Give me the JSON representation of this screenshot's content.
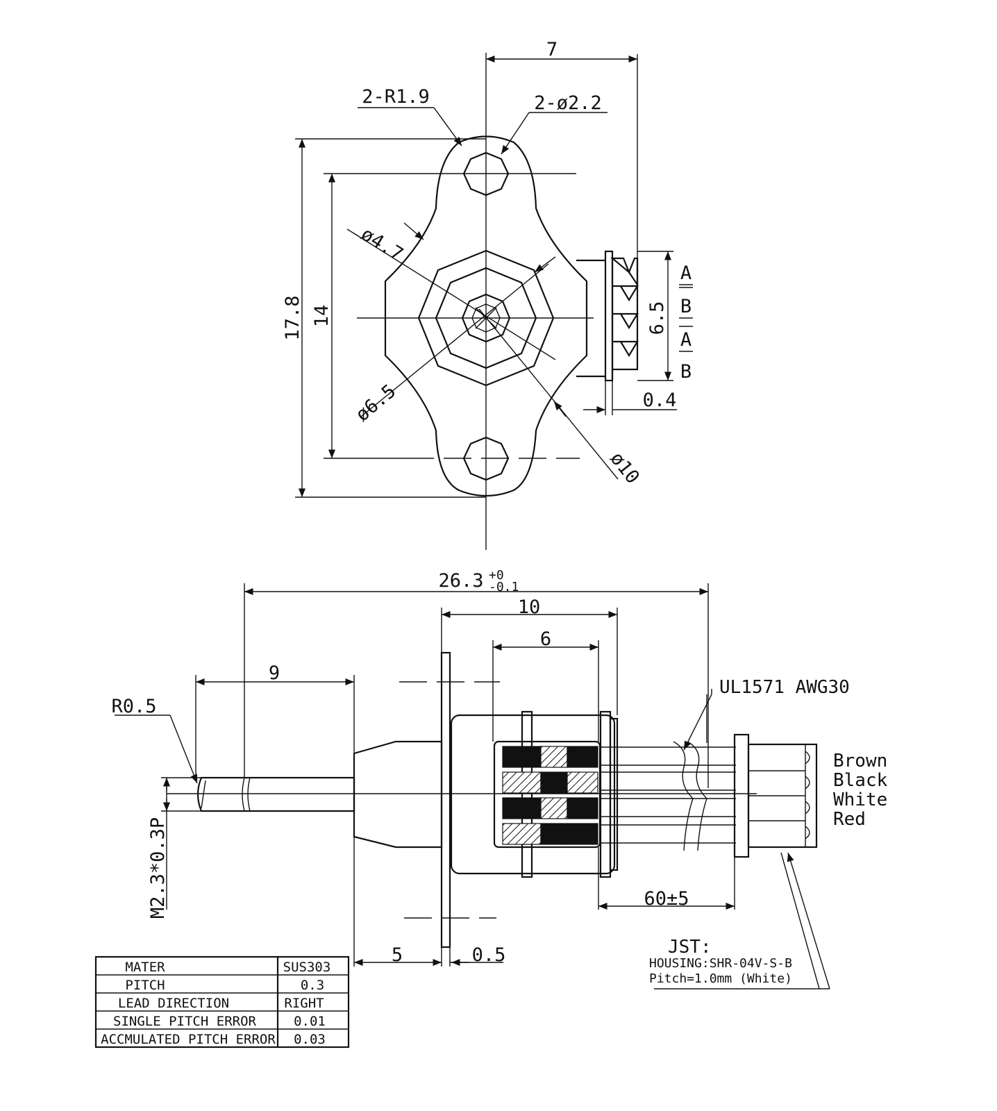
{
  "top_view": {
    "dim_width": "7",
    "hole_radius": "2-R1.9",
    "hole_diameter": "2-ø2.2",
    "inner_diameter": "ø4.7",
    "mid_diameter": "ø6.5",
    "outer_diameter": "ø10",
    "overall_height": "17.8",
    "hole_spacing": "14",
    "terminal_span": "6.5",
    "terminal_thickness": "0.4",
    "pins": [
      "A",
      "B",
      "A",
      "B"
    ]
  },
  "side_view": {
    "overall_length_base": "26.3",
    "overall_length_tol_upper": "+0",
    "overall_length_tol_lower": "-0.1",
    "body_length": "10",
    "coil_length": "6",
    "screw_length": "9",
    "tip_radius": "R0.5",
    "thread_spec": "M2.3*0.3P",
    "wire_spec": "UL1571 AWG30",
    "lead_length": "60±5",
    "boss_length": "5",
    "flange_thickness": "0.5",
    "wire_colors": [
      "Brown",
      "Black",
      "White",
      "Red"
    ],
    "connector_title": "JST:",
    "connector_housing": "HOUSING:SHR-04V-S-B",
    "connector_pitch": "Pitch=1.0mm (White)"
  },
  "spec_table": {
    "rows": [
      {
        "label": "MATER",
        "value": "SUS303"
      },
      {
        "label": "PITCH",
        "value": "0.3"
      },
      {
        "label": "LEAD DIRECTION",
        "value": "RIGHT"
      },
      {
        "label": "SINGLE PITCH ERROR",
        "value": "0.01"
      },
      {
        "label": "ACCMULATED PITCH ERROR",
        "value": "0.03"
      }
    ]
  }
}
